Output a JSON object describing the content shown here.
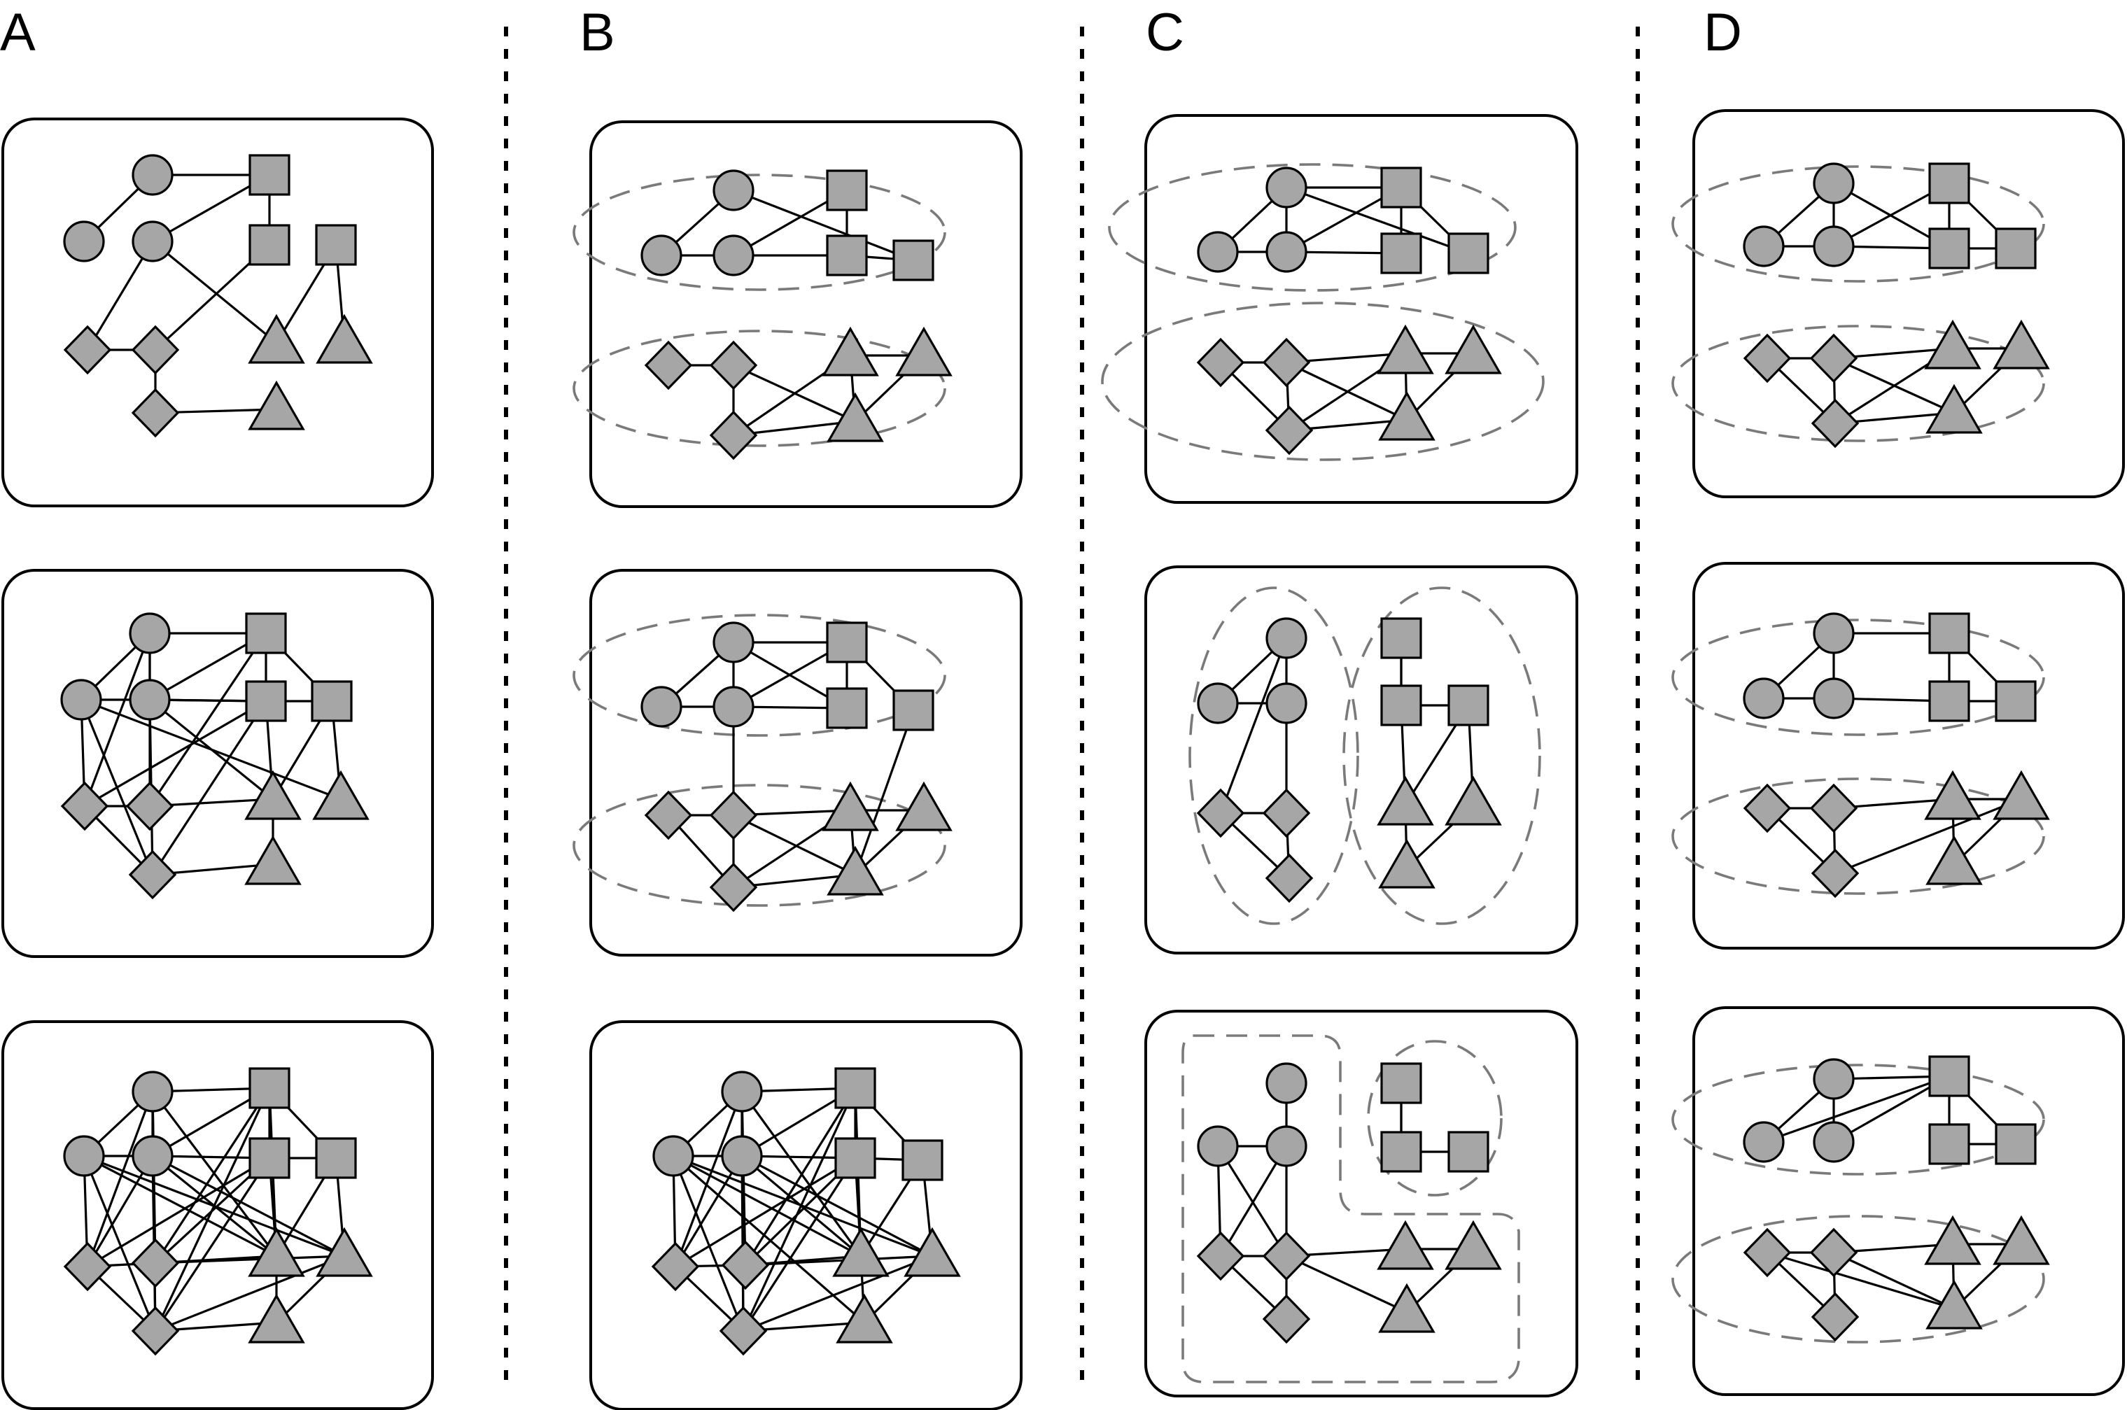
{
  "panels": [
    {
      "id": "A",
      "label": "A"
    },
    {
      "id": "B",
      "label": "B"
    },
    {
      "id": "C",
      "label": "C"
    },
    {
      "id": "D",
      "label": "D"
    }
  ],
  "node_shapes": [
    "circle",
    "square",
    "diamond",
    "triangle"
  ],
  "colors": {
    "node_fill": "#a6a6a6",
    "group_outline": "#7a7a7a",
    "line": "#000000"
  }
}
